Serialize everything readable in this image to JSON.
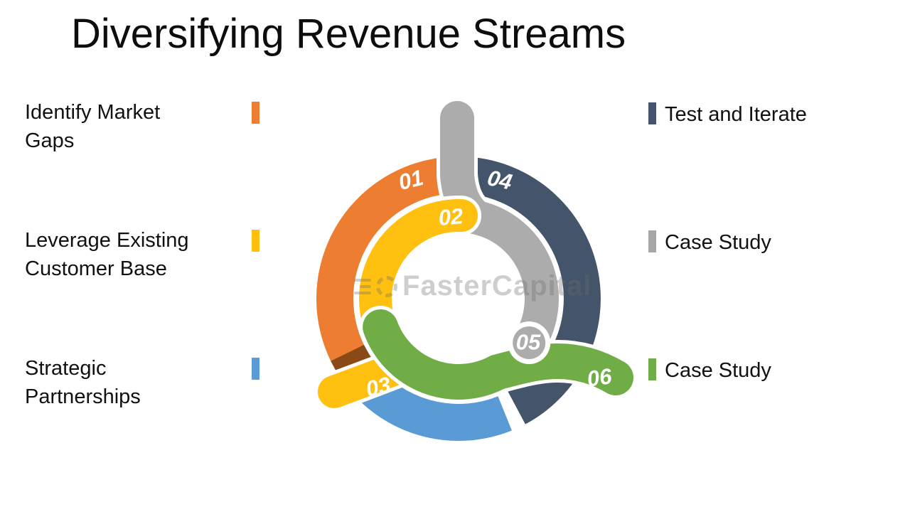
{
  "title": "Diversifying Revenue Streams",
  "left_items": [
    {
      "label": "Identify Market\nGaps",
      "color": "#ED7D31"
    },
    {
      "label": "Leverage Existing\nCustomer Base",
      "color": "#FFC010"
    },
    {
      "label": "Strategic\nPartnerships",
      "color": "#5B9BD5"
    }
  ],
  "right_items": [
    {
      "label": "Test and Iterate",
      "color": "#44546A"
    },
    {
      "label": "Case Study",
      "color": "#A6A6A6"
    },
    {
      "label": "Case Study",
      "color": "#70AD47"
    }
  ],
  "diagram": {
    "numbers": {
      "n1": "01",
      "n2": "02",
      "n3": "03",
      "n4": "04",
      "n5": "05",
      "n6": "06"
    },
    "colors": {
      "orange": "#ED7D31",
      "orange_shadow": "#8A4A18",
      "yellow": "#FFC010",
      "light_blue": "#5B9BD5",
      "dark_blue": "#44546A",
      "gray": "#ACACAC",
      "green": "#70AD47",
      "outline": "#FFFFFF"
    }
  },
  "watermark": {
    "text": "FasterCapital"
  }
}
